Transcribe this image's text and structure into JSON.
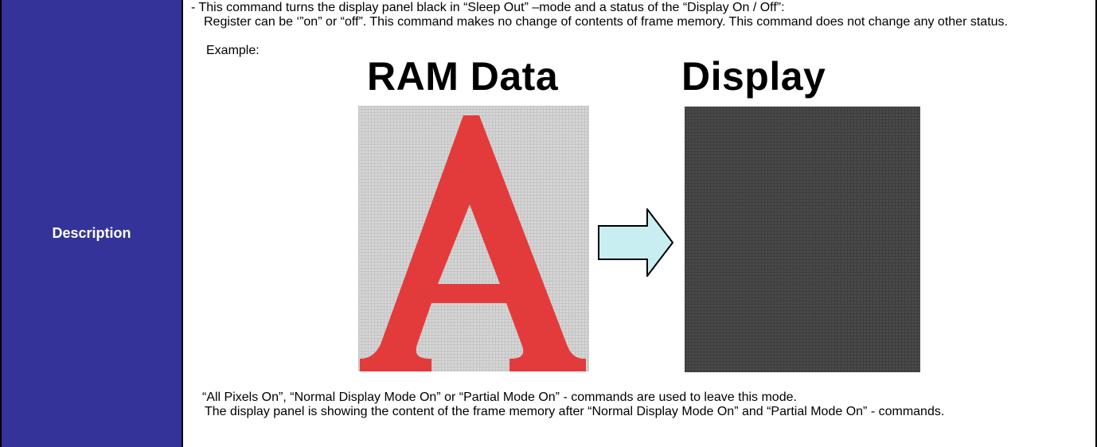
{
  "row": {
    "label": "Description"
  },
  "description": {
    "line1": "- This command turns the display panel black in “Sleep Out” –mode and a status of the “Display On / Off”:",
    "line2": "Register can be ‘”on” or “off”. This command makes no change of contents of frame memory. This command does not change any other status.",
    "example_label": "Example:",
    "after_line1": "“All Pixels On”, “Normal Display Mode On” or “Partial Mode On” - commands are used to leave this mode.",
    "after_line2": "The display panel is showing the content of the frame memory after “Normal Display Mode On” and “Partial Mode On” - commands."
  },
  "figure": {
    "ram_title": "RAM Data",
    "display_title": "Display",
    "ram_letter": "A",
    "colors": {
      "letter": "#e33b3b",
      "ram_background": "#d6d6d6",
      "display_background": "#4a4a4a",
      "arrow_fill": "#c9eef2",
      "label_cell": "#333399"
    },
    "arrow_icon": "right-arrow-icon"
  }
}
